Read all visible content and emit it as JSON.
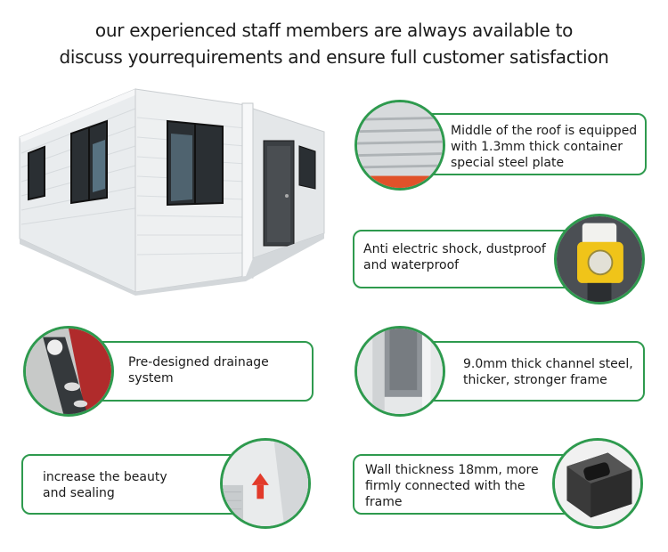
{
  "headline": {
    "line1": "our experienced staff members are always available to",
    "line2": "discuss yourrequirements and ensure full customer satisfaction"
  },
  "features": [
    {
      "id": "roof",
      "text": "Middle of the roof is equipped with 1.3mm thick container special steel plate",
      "icon": "roof-steel-plate-icon"
    },
    {
      "id": "shock",
      "text": "Anti electric shock, dustproof and waterproof",
      "icon": "electric-socket-icon"
    },
    {
      "id": "drainage",
      "text": "Pre-designed drainage system",
      "icon": "drainage-pipe-icon"
    },
    {
      "id": "channel",
      "text": "9.0mm thick channel steel, thicker, stronger frame",
      "icon": "channel-steel-icon"
    },
    {
      "id": "beauty",
      "text": "increase the beauty and sealing",
      "icon": "corner-sealing-icon"
    },
    {
      "id": "wall",
      "text": "Wall thickness 18mm, more firmly connected with the frame",
      "icon": "corner-fitting-icon"
    }
  ],
  "colors": {
    "accent": "#2e9a4e",
    "text": "#1b1b1b"
  }
}
